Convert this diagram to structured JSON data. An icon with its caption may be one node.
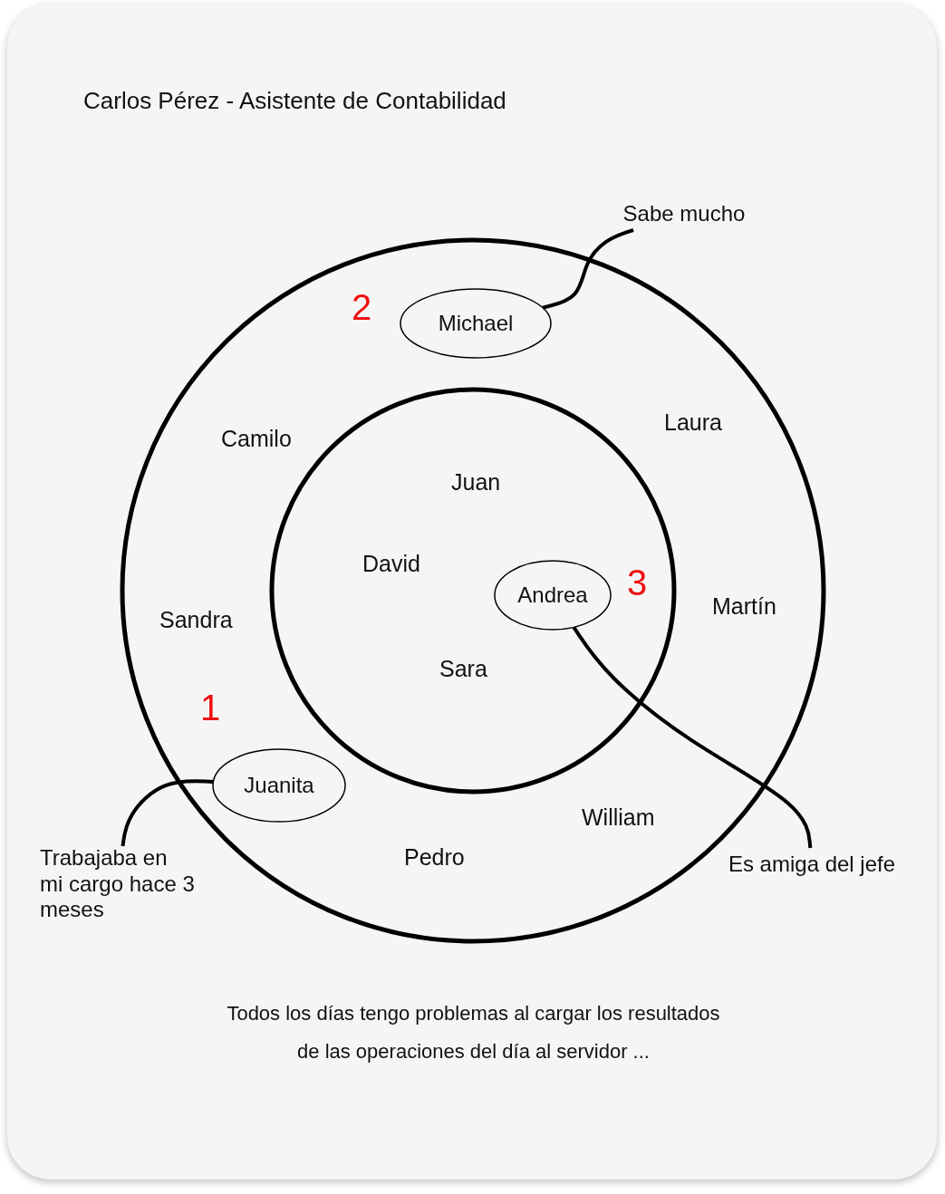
{
  "diagram": {
    "title": "Carlos Pérez - Asistente de Contabilidad",
    "caption": "Todos los días tengo problemas al cargar los resultados de las operaciones del día al servidor ...",
    "nodes": [
      {
        "text": [],
        "shape": "circle"
      },
      {
        "text": [],
        "shape": "circle",
        "in": 0
      },
      {
        "text": [
          "Michael"
        ],
        "in": 0,
        "beside": [
          "2"
        ]
      },
      {
        "text": [
          "Andrea"
        ],
        "in": 1,
        "beside": [
          "3"
        ]
      },
      {
        "text": [
          "Juanita"
        ],
        "in": 0,
        "beside": [
          "1"
        ]
      },
      {
        "text": [
          "Sabe mucho"
        ]
      },
      {
        "text": [
          "Es amiga del jefe"
        ]
      },
      {
        "text": [
          "Trabajaba en mi cargo hace 3 meses"
        ]
      }
    ],
    "edges": [
      {
        "from": 5,
        "to": 2,
        "arrow": "none"
      },
      {
        "from": 6,
        "to": 3,
        "arrow": "none"
      },
      {
        "from": 7,
        "to": 4,
        "arrow": "none"
      }
    ],
    "labels": [
      "Camilo",
      "Laura",
      "Juan",
      "David",
      "Sandra",
      "Martín",
      "Sara",
      "William",
      "Pedro"
    ]
  }
}
